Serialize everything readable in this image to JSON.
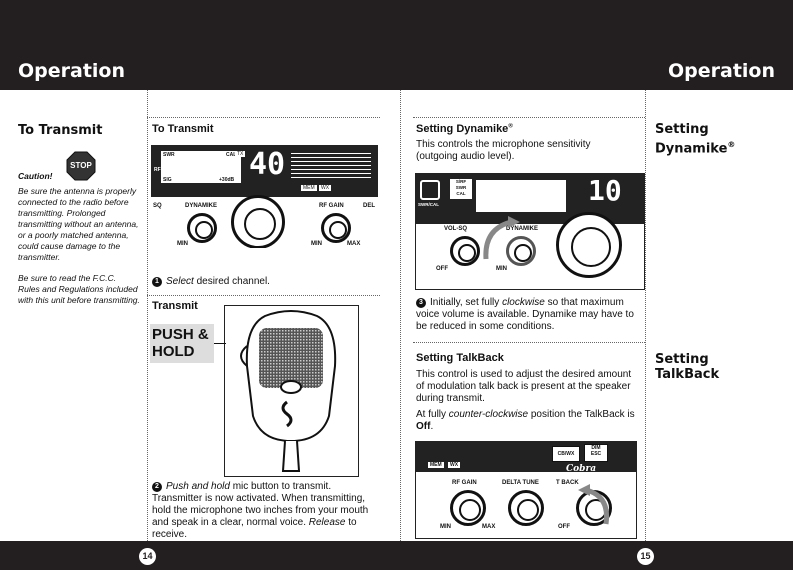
{
  "header": {
    "left_title": "Operation",
    "right_title": "Operation"
  },
  "left_page": {
    "side_title": "To Transmit",
    "stop_sign": "STOP",
    "caution_heading": "Caution!",
    "caution_text": "Be sure the antenna is properly connected to the radio before transmitting. Prolonged transmitting without an antenna, or a poorly matched antenna, could cause damage to the transmitter.",
    "caution_text2": "Be sure to read the F.C.C. Rules and Regulations included with this unit before transmitting.",
    "section_title": "To Transmit",
    "step1_num": "1",
    "step1_verb": "Select",
    "step1_rest": " desired channel.",
    "transmit_title": "Transmit",
    "push_hold": "PUSH & HOLD",
    "step2_num": "2",
    "step2_verb": "Push and hold",
    "step2_rest": " mic button to transmit. Transmitter is now activated. When transmitting, hold the microphone two inches from your mouth and speak in a clear, normal voice. ",
    "step2_release": "Release",
    "step2_end": " to receive.",
    "display_channel": "40",
    "radio_labels": {
      "sq": "SQ",
      "dynamike": "DYNAMIKE",
      "rf_gain": "RF GAIN",
      "del": "DEL",
      "min": "MIN",
      "max": "MAX",
      "tx": "TX",
      "mem": "MEM",
      "wx": "WX",
      "sig": "SIG",
      "db": "+30dB",
      "swr": "SWR",
      "cal": "CAL",
      "rf": "RF"
    },
    "page_number": "14"
  },
  "right_page": {
    "dynamike_title": "Setting Dynamike",
    "dynamike_reg": "®",
    "dynamike_text": "This controls the microphone sensitivity (outgoing audio level).",
    "step3_num": "3",
    "step3_a": "Initially, set fully ",
    "step3_italic": "clockwise",
    "step3_b": " so that maximum voice volume is available. Dynamike may have to be reduced in some conditions.",
    "talkback_title": "Setting TalkBack",
    "talkback_text": "This control is used to adjust the desired amount of modulation talk back is present at the speaker during transmit.",
    "talkback_a": "At fully ",
    "talkback_italic": "counter-clockwise",
    "talkback_b": " position the TalkBack is ",
    "talkback_off": "Off",
    "talkback_end": ".",
    "side_title_1a": "Setting",
    "side_title_1b": "Dynamike",
    "side_title_2a": "Setting",
    "side_title_2b": "TalkBack",
    "display_channel": "10",
    "radio_labels": {
      "swr_cal": "SWR/CAL",
      "s_rf": "S/RF",
      "vol": "VOL",
      "sq": "SQ",
      "dynamike": "DYNAMIKE",
      "off": "OFF",
      "min": "MIN",
      "max": "MAX",
      "rf_gain": "RF GAIN",
      "delta_tune": "DELTA TUNE",
      "t_back": "T BACK",
      "cb_wx": "CB/WX",
      "dim": "DIM",
      "esc": "ESC",
      "cobra": "Cobra",
      "mem": "MEM",
      "wx": "WX",
      "swr_sw": "SWR",
      "cal_sw": "CAL",
      "rf_sw": "S/RF"
    },
    "page_number": "15"
  }
}
